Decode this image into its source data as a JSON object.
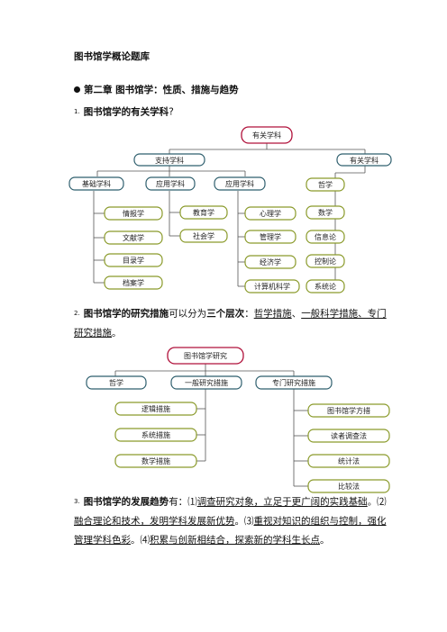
{
  "title": "图书馆学概论题库",
  "chapter": "第二章  图书馆学：性质、措施与趋势",
  "q1": {
    "num": "1.",
    "text": "图书馆学的有关学科",
    "tail": "?"
  },
  "diagram1": {
    "root": "有关学科",
    "level1": [
      "支持学科",
      "有关学科"
    ],
    "level2": [
      "基础学科",
      "应用学科",
      "应用学科"
    ],
    "col1": [
      "情报学",
      "文献学",
      "目录学",
      "档案学"
    ],
    "col2": [
      "教育学",
      "社会学"
    ],
    "col3": [
      "心理学",
      "管理学",
      "经济学",
      "计算机科学"
    ],
    "col4": [
      "哲学",
      "数学",
      "信息论",
      "控制论",
      "系统论"
    ]
  },
  "q2": {
    "num": "2.",
    "bold": "图书馆学的研究措施",
    "mid": "可以分为",
    "bold2": "三个层次",
    "colon": "：",
    "m1": "哲学措施",
    "sep1": "、",
    "m2": "一般科学措施、专门研究措施",
    "end": "。"
  },
  "diagram2": {
    "root": "图书馆学研究",
    "level1": [
      "哲学",
      "一般研究措施",
      "专门研究措施"
    ],
    "left": [
      "逻辑措施",
      "系统措施",
      "数学措施"
    ],
    "right": [
      "图书馆学方措",
      "读者调查法",
      "统计法",
      "比较法"
    ]
  },
  "q3": {
    "num": "3.",
    "bold": "图书馆学的发展趋势",
    "lead": "有：",
    "p1a": "⑴",
    "p1": "调查研究对象，立足于更广阔的实践基础",
    "p1e": "。⑵",
    "p2": "融合理论和技术，发明学科发展新优势",
    "p2e": "。⑶",
    "p3": "重视对知识的组织与控制，强化管理学科色彩",
    "p3e": "。⑷",
    "p4": "积累与创新相结合，探索新的学科生长点",
    "p4e": "。"
  },
  "colors": {
    "root": "#b0103a",
    "teal": "#2f5f6e",
    "olive": "#8a9a2a",
    "line": "#555555"
  }
}
